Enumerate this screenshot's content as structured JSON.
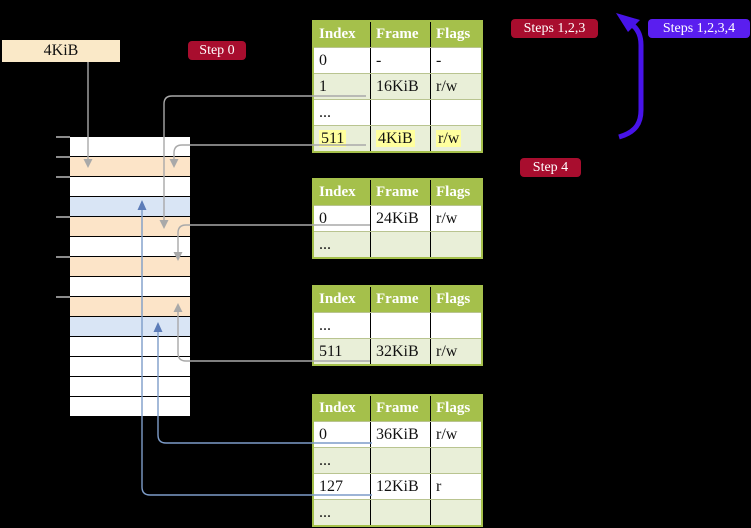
{
  "labels": {
    "frame_size": "4KiB",
    "step0": "Step 0",
    "steps123": "Steps 1,2,3",
    "steps1234": "Steps 1,2,3,4",
    "step4": "Step 4"
  },
  "tables": [
    {
      "name": "page-table-top",
      "headers": [
        "Index",
        "Frame",
        "Flags"
      ],
      "rows": [
        {
          "cells": [
            "0",
            "-",
            "-"
          ],
          "shaded": false,
          "highlighted": false
        },
        {
          "cells": [
            "1",
            "16KiB",
            "r/w"
          ],
          "shaded": true,
          "highlighted": false
        },
        {
          "cells": [
            "...",
            "",
            ""
          ],
          "shaded": false,
          "highlighted": false
        },
        {
          "cells": [
            "511",
            "4KiB",
            "r/w"
          ],
          "shaded": true,
          "highlighted": true
        }
      ]
    },
    {
      "name": "page-table-second",
      "headers": [
        "Index",
        "Frame",
        "Flags"
      ],
      "rows": [
        {
          "cells": [
            "0",
            "24KiB",
            "r/w"
          ],
          "shaded": false,
          "highlighted": false
        },
        {
          "cells": [
            "...",
            "",
            ""
          ],
          "shaded": true,
          "highlighted": false
        }
      ]
    },
    {
      "name": "page-table-third",
      "headers": [
        "Index",
        "Frame",
        "Flags"
      ],
      "rows": [
        {
          "cells": [
            "...",
            "",
            ""
          ],
          "shaded": false,
          "highlighted": false
        },
        {
          "cells": [
            "511",
            "32KiB",
            "r/w"
          ],
          "shaded": true,
          "highlighted": false
        }
      ]
    },
    {
      "name": "page-table-bottom",
      "headers": [
        "Index",
        "Frame",
        "Flags"
      ],
      "rows": [
        {
          "cells": [
            "0",
            "36KiB",
            "r/w"
          ],
          "shaded": false,
          "highlighted": false
        },
        {
          "cells": [
            "...",
            "",
            ""
          ],
          "shaded": true,
          "highlighted": false
        },
        {
          "cells": [
            "127",
            "12KiB",
            "r"
          ],
          "shaded": false,
          "highlighted": false
        },
        {
          "cells": [
            "...",
            "",
            ""
          ],
          "shaded": true,
          "highlighted": false
        }
      ]
    }
  ],
  "memory_stack": {
    "rows": [
      "white",
      "peach",
      "white",
      "blue",
      "peach",
      "white",
      "peach",
      "white",
      "peach",
      "blue",
      "white",
      "white",
      "white",
      "white"
    ],
    "tick_rows": [
      0,
      1,
      2,
      4,
      6,
      8
    ]
  },
  "colors": {
    "background": "#000000",
    "badge_red": "#A80D2E",
    "badge_blue": "#5A1EEF",
    "big_arrow": "#4713E9",
    "gray_connector": "#A9A9A9",
    "blue_connector": "#7D9CC9",
    "blue_arrowhead": "#5C7CB8",
    "tick_gray": "#8C8C8C",
    "table_header_bg": "#A5C04B",
    "table_shaded_row": "#E9EFD8",
    "highlight": "#FFFF9E",
    "frame_label_bg": "#FAE9C8",
    "stack": {
      "white": "#FFFFFF",
      "peach": "#FCE4C8",
      "blue": "#D9E5F5"
    }
  }
}
